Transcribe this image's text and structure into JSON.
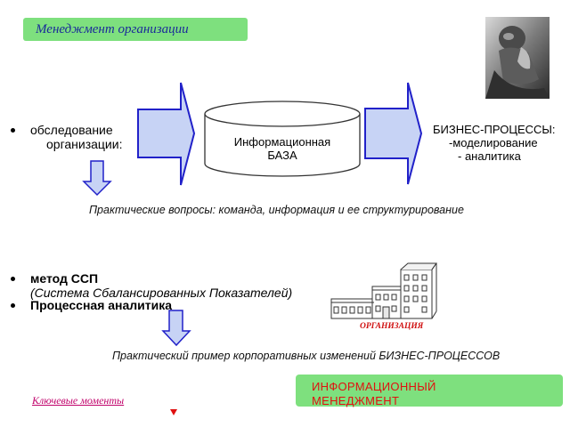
{
  "header": {
    "title": "Менеджмент организации"
  },
  "section1": {
    "bullet_line1": "обследование",
    "bullet_line2": "организации:",
    "database_line1": "Информационная",
    "database_line2": "БАЗА",
    "bp_title": "БИЗНЕС-ПРОЦЕССЫ:",
    "bp_item1": "-моделирование",
    "bp_item2": "- аналитика",
    "note": "Практические вопросы: команда, информация и ее структурирование"
  },
  "section2": {
    "bullet1_title": "метод ССП",
    "bullet1_subtitle": "(Система Сбалансированных Показателей)",
    "bullet2_title": "Процессная аналитика",
    "org_label": "ОРГАНИЗАЦИЯ",
    "note": "Практический пример корпоративных изменений БИЗНЕС-ПРОЦЕССОВ"
  },
  "footer": {
    "key_moments_link": "Ключевые моменты",
    "info_box_line1": "ИНФОРМАЦИОННЫЙ",
    "info_box_line2": "МЕНЕДЖМЕНТ"
  },
  "colors": {
    "arrow_fill": "#c7d3f5",
    "arrow_stroke": "#2121c9",
    "green_box": "#7ee07e",
    "accent_red": "#e01010",
    "link_magenta": "#c0006a"
  }
}
